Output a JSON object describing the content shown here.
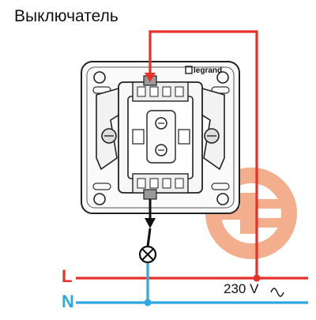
{
  "title": "Выключатель",
  "brand": "legrand",
  "lines": {
    "phase": {
      "label": "L",
      "color": "#e8302a"
    },
    "neutral": {
      "label": "N",
      "color": "#2fa8e0"
    },
    "load_wire_color": "#111111"
  },
  "voltage_label": "230 V",
  "watermark_color": "#f2a07a"
}
